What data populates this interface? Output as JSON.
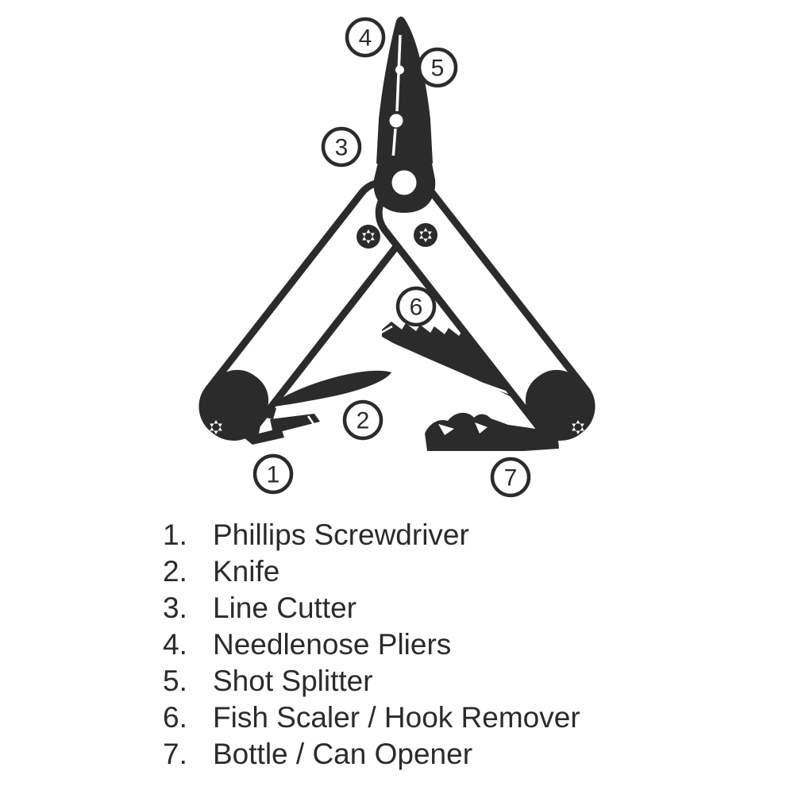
{
  "colors": {
    "ink": "#2b2b2b",
    "background": "#ffffff"
  },
  "callouts": [
    {
      "number": "1"
    },
    {
      "number": "2"
    },
    {
      "number": "3"
    },
    {
      "number": "4"
    },
    {
      "number": "5"
    },
    {
      "number": "6"
    },
    {
      "number": "7"
    }
  ],
  "legend": {
    "items": [
      {
        "number": "1.",
        "label": "Phillips Screwdriver"
      },
      {
        "number": "2.",
        "label": "Knife"
      },
      {
        "number": "3.",
        "label": "Line Cutter"
      },
      {
        "number": "4.",
        "label": "Needlenose Pliers"
      },
      {
        "number": "5.",
        "label": "Shot Splitter"
      },
      {
        "number": "6.",
        "label": "Fish Scaler / Hook Remover"
      },
      {
        "number": "7.",
        "label": "Bottle / Can Opener"
      }
    ]
  }
}
